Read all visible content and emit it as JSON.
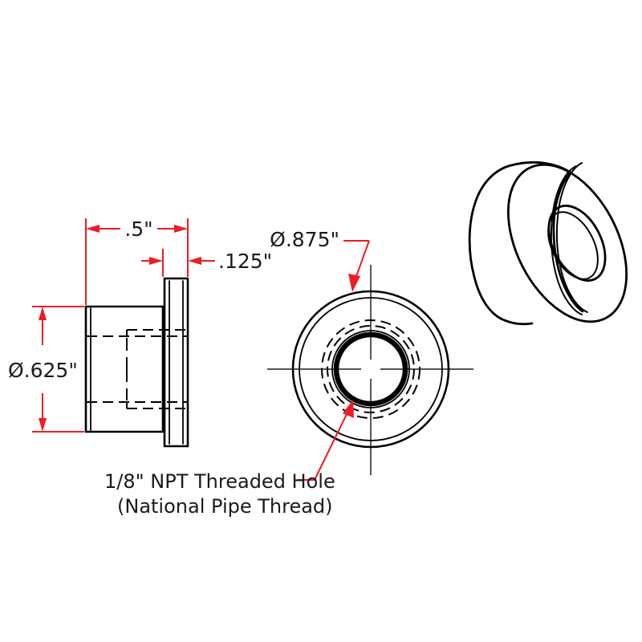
{
  "drawing": {
    "title": "Flanged NPT Bushing Technical Drawing",
    "background_color": "#ffffff",
    "line_color": "#000000",
    "dimension_color": "#ee1c24",
    "text_color": "#1a1a1a"
  },
  "dimensions": {
    "body_length": ".5\"",
    "flange_thickness": ".125\"",
    "body_diameter": "Ø.625\"",
    "flange_diameter": "Ø.875\""
  },
  "notes": {
    "line1": "1/8\" NPT Threaded Hole",
    "line2": "(National Pipe Thread)"
  },
  "views": {
    "side_view_name": "side-section-view",
    "front_view_name": "front-circular-view",
    "iso_view_name": "isometric-3d-view"
  }
}
